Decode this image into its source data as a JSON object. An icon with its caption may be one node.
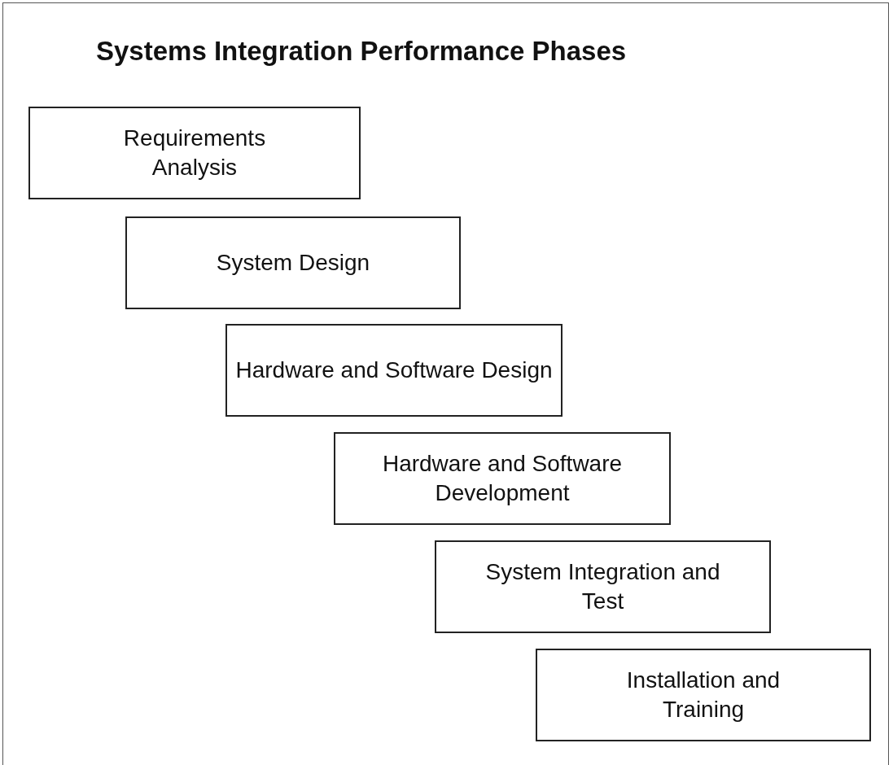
{
  "diagram": {
    "title": "Systems Integration Performance Phases",
    "nodes": [
      {
        "text": [
          "Requirements Analysis"
        ]
      },
      {
        "text": [
          "System Design"
        ]
      },
      {
        "text": [
          "Hardware and Software Design"
        ]
      },
      {
        "text": [
          "Hardware and Software Development"
        ]
      },
      {
        "text": [
          "System Integration and Test"
        ]
      },
      {
        "text": [
          "Installation and Training"
        ]
      }
    ]
  }
}
